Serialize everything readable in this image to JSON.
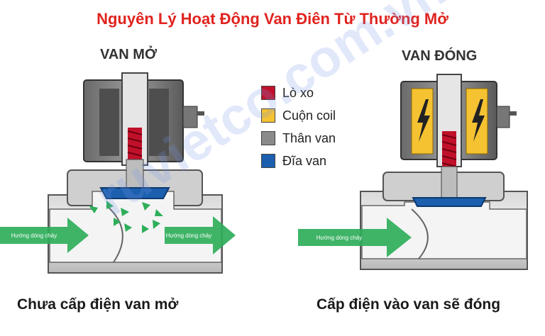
{
  "title": "Nguyên Lý Hoạt Động Van Điên Từ Thường Mở",
  "open_label": "VAN MỞ",
  "closed_label": "VAN ĐÓNG",
  "legend": [
    {
      "label": "Lò xo",
      "color": "#c0102a"
    },
    {
      "label": "Cuộn coil",
      "color": "#f5c231"
    },
    {
      "label": "Thân van",
      "color": "#8a8a8a"
    },
    {
      "label": "Đĩa van",
      "color": "#1c5fae"
    }
  ],
  "flow_label": "Hướng dòng chảy",
  "caption_left": "Chưa cấp điện van mở",
  "caption_right": "Cấp điện vào van sẽ đóng",
  "watermark": "ruvietco.com.vn"
}
